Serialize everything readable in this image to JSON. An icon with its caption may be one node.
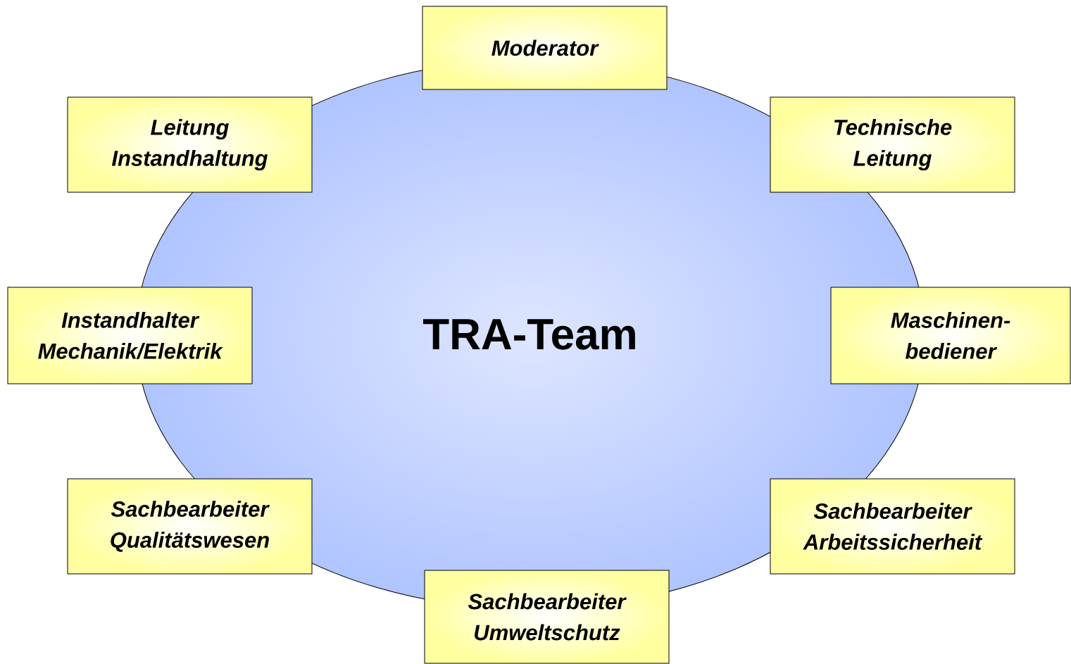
{
  "diagram": {
    "nodes": [
      {
        "text": [
          "TRA-Team"
        ]
      },
      {
        "text": [
          "Moderator"
        ]
      },
      {
        "text": [
          "Leitung Instandhaltung"
        ]
      },
      {
        "text": [
          "Technische Leitung"
        ]
      },
      {
        "text": [
          "Instandhalter Mechanik/Elektrik"
        ]
      },
      {
        "text": [
          "Maschinen- bediener"
        ]
      },
      {
        "text": [
          "Sachbearbeiter Qualitätswesen"
        ]
      },
      {
        "text": [
          "Sachbearbeiter Arbeitssicherheit"
        ]
      },
      {
        "text": [
          "Sachbearbeiter Umweltschutz"
        ]
      }
    ]
  }
}
